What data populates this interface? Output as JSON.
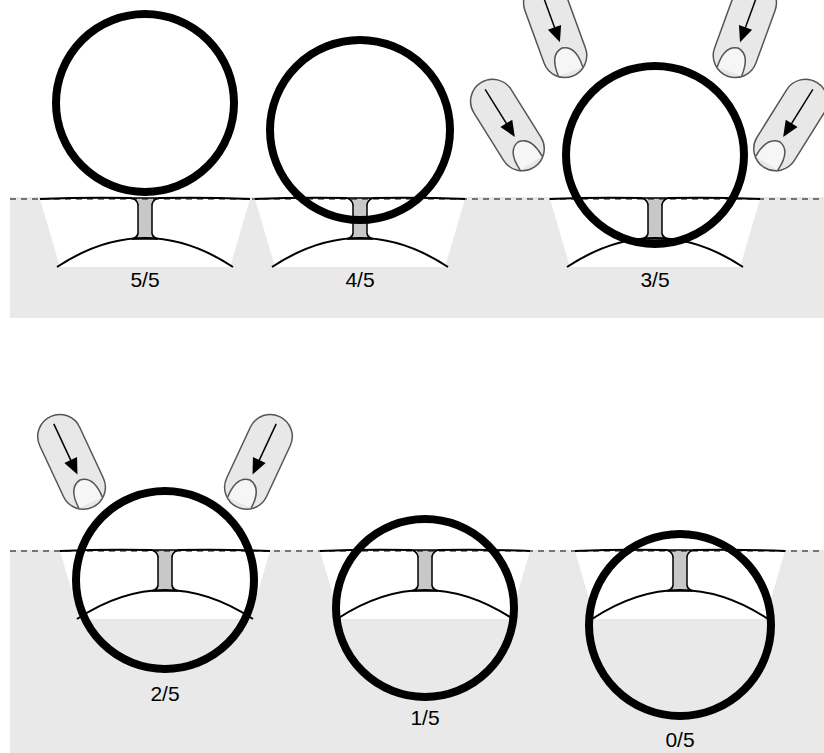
{
  "diagram": {
    "labels": [
      "5/5",
      "4/5",
      "3/5",
      "2/5",
      "1/5",
      "0/5"
    ]
  }
}
